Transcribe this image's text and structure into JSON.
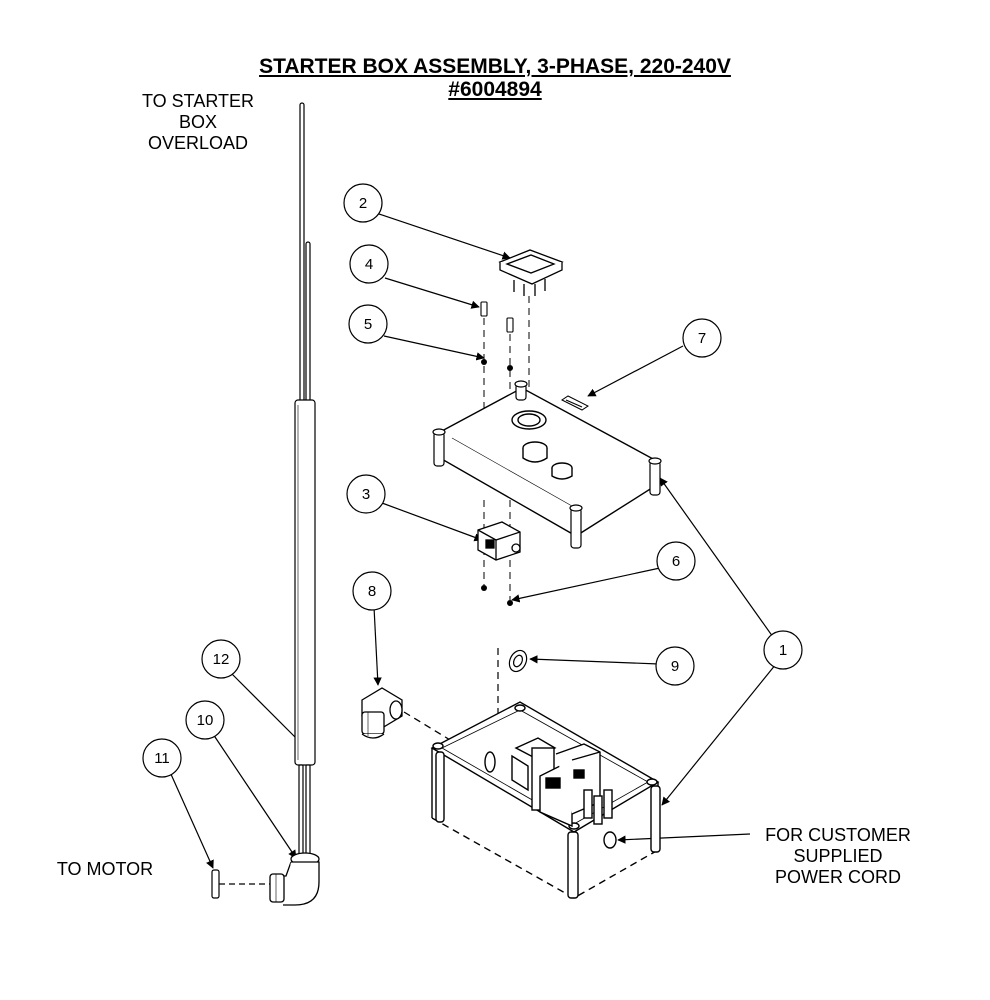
{
  "title": {
    "line1": "STARTER BOX ASSEMBLY, 3-PHASE, 220-240V",
    "line2": "#6004894"
  },
  "notes": {
    "to_starter_box": [
      "TO STARTER",
      "BOX",
      "OVERLOAD"
    ],
    "to_motor": "TO MOTOR",
    "customer_cord": [
      "FOR CUSTOMER",
      "SUPPLIED",
      "POWER CORD"
    ]
  },
  "callouts": [
    "1",
    "2",
    "3",
    "4",
    "5",
    "6",
    "7",
    "8",
    "9",
    "10",
    "11",
    "12"
  ]
}
